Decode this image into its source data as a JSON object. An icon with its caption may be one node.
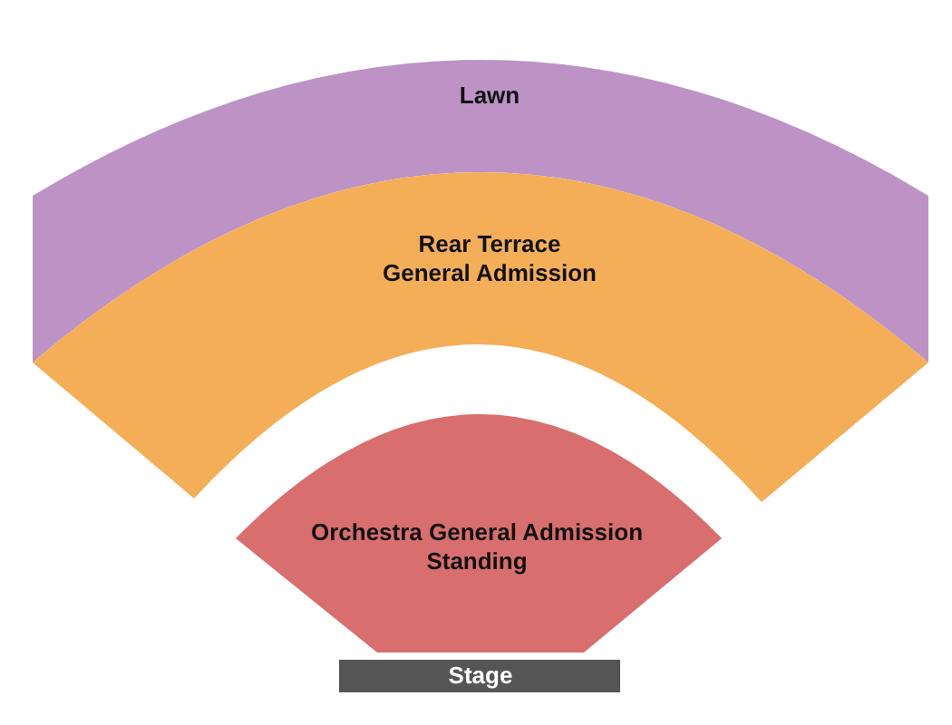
{
  "diagram": {
    "nodes": [
      {
        "text": [
          "Lawn"
        ]
      },
      {
        "text": [
          "Rear Terrace General Admission"
        ]
      },
      {
        "text": [
          "Orchestra General Admission Standing"
        ]
      },
      {
        "text": [
          "Stage"
        ]
      }
    ]
  }
}
